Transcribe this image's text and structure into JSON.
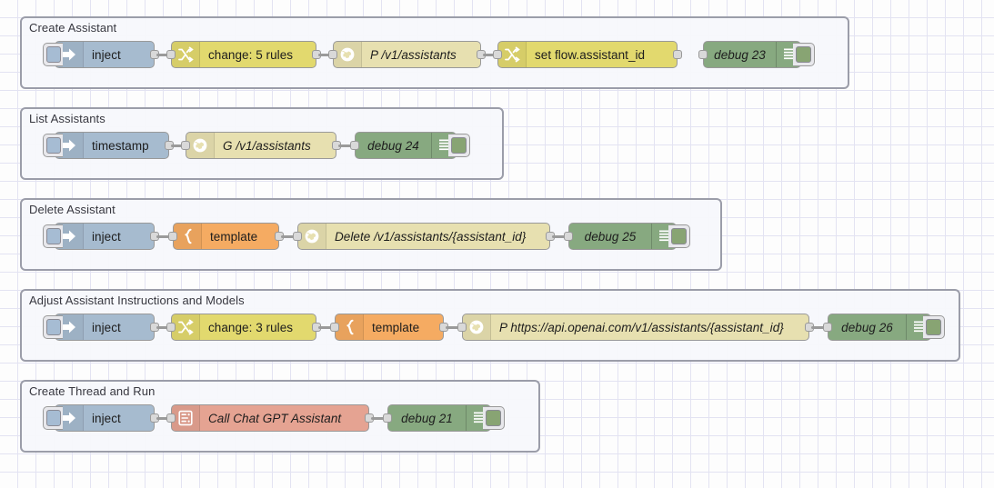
{
  "app": {
    "name": "Node-RED Flow Editor Canvas",
    "grid_size": 20,
    "canvas_background": "#fdfdfd",
    "grid_color": "#e3e3f2"
  },
  "palette_colors": {
    "inject": "#a6bbcf",
    "change": "#e2d96e",
    "http_request": "#e7e0b0",
    "template": "#f5ab62",
    "debug": "#87a980",
    "chatgpt": "#e5a392",
    "group_border": "#9a9ca8",
    "group_fill": "#f7f8fc",
    "wire": "#9a9a9a"
  },
  "groups": [
    {
      "id": "create-assistant",
      "label": "Create Assistant",
      "nodes": [
        {
          "id": "g1-inject",
          "type": "inject",
          "icon": "inject-arrow-icon",
          "label": "inject",
          "italic": false
        },
        {
          "id": "g1-change",
          "type": "change",
          "icon": "change-switch-icon",
          "label": "change: 5 rules",
          "italic": false
        },
        {
          "id": "g1-http",
          "type": "http request",
          "icon": "globe-icon",
          "label": "P /v1/assistants",
          "italic": true
        },
        {
          "id": "g1-change2",
          "type": "change",
          "icon": "change-switch-icon",
          "label": "set flow.assistant_id",
          "italic": false
        },
        {
          "id": "g1-debug",
          "type": "debug",
          "icon": "debug-lines-icon",
          "label": "debug 23",
          "italic": true
        }
      ]
    },
    {
      "id": "list-assistants",
      "label": "List Assistants",
      "nodes": [
        {
          "id": "g2-inject",
          "type": "inject",
          "icon": "inject-arrow-icon",
          "label": "timestamp",
          "italic": false
        },
        {
          "id": "g2-http",
          "type": "http request",
          "icon": "globe-icon",
          "label": "G /v1/assistants",
          "italic": true
        },
        {
          "id": "g2-debug",
          "type": "debug",
          "icon": "debug-lines-icon",
          "label": "debug 24",
          "italic": true
        }
      ]
    },
    {
      "id": "delete-assistant",
      "label": "Delete Assistant",
      "nodes": [
        {
          "id": "g3-inject",
          "type": "inject",
          "icon": "inject-arrow-icon",
          "label": "inject",
          "italic": false
        },
        {
          "id": "g3-template",
          "type": "template",
          "icon": "curly-brace-icon",
          "label": "template",
          "italic": false
        },
        {
          "id": "g3-http",
          "type": "http request",
          "icon": "globe-icon",
          "label": "Delete /v1/assistants/{assistant_id}",
          "italic": true
        },
        {
          "id": "g3-debug",
          "type": "debug",
          "icon": "debug-lines-icon",
          "label": "debug 25",
          "italic": true
        }
      ]
    },
    {
      "id": "adjust-assistant",
      "label": "Adjust Assistant Instructions and Models",
      "nodes": [
        {
          "id": "g4-inject",
          "type": "inject",
          "icon": "inject-arrow-icon",
          "label": "inject",
          "italic": false
        },
        {
          "id": "g4-change",
          "type": "change",
          "icon": "change-switch-icon",
          "label": "change: 3 rules",
          "italic": false
        },
        {
          "id": "g4-template",
          "type": "template",
          "icon": "curly-brace-icon",
          "label": "template",
          "italic": false
        },
        {
          "id": "g4-http",
          "type": "http request",
          "icon": "globe-icon",
          "label": "P https://api.openai.com/v1/assistants/{assistant_id}",
          "italic": true
        },
        {
          "id": "g4-debug",
          "type": "debug",
          "icon": "debug-lines-icon",
          "label": "debug 26",
          "italic": true
        }
      ]
    },
    {
      "id": "create-thread-run",
      "label": "Create Thread and Run",
      "nodes": [
        {
          "id": "g5-inject",
          "type": "inject",
          "icon": "inject-arrow-icon",
          "label": "inject",
          "italic": false
        },
        {
          "id": "g5-gpt",
          "type": "chatgpt",
          "icon": "function-lines-icon",
          "label": "Call Chat GPT Assistant",
          "italic": true
        },
        {
          "id": "g5-debug",
          "type": "debug",
          "icon": "debug-lines-icon",
          "label": "debug 21",
          "italic": true
        }
      ]
    }
  ]
}
